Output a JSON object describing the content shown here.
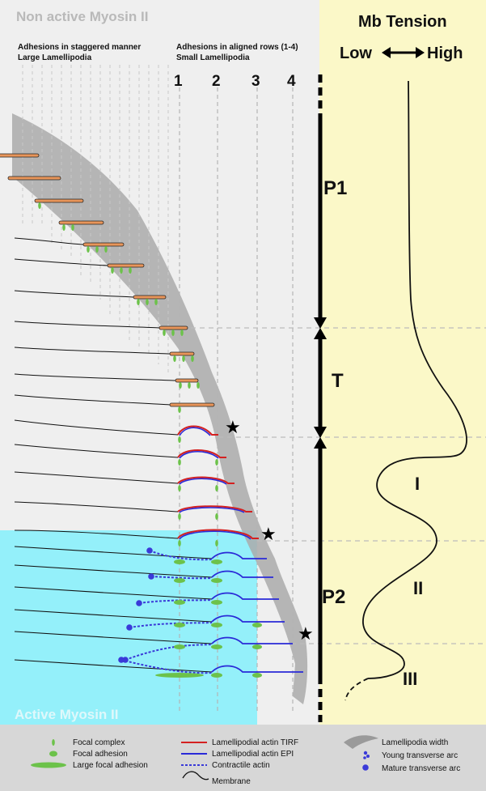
{
  "header": {
    "inactive_title": "Non active Myosin II",
    "col1_line1": "Adhesions in staggered manner",
    "col1_line2": "Large Lamellipodia",
    "col2_line1": "Adhesions in aligned rows (1-4)",
    "col2_line2": "Small Lamellipodia",
    "row_labels": [
      "1",
      "2",
      "3",
      "4"
    ]
  },
  "active_title": "Active Myosin II",
  "phases": {
    "p1": "P1",
    "t": "T",
    "p2": "P2"
  },
  "tension": {
    "title": "Mb Tension",
    "low": "Low",
    "high": "High",
    "regions": [
      "I",
      "II",
      "III"
    ]
  },
  "legend": {
    "focal_complex": "Focal complex",
    "focal_adhesion": "Focal adhesion",
    "large_focal_adhesion": "Large focal adhesion",
    "tirf": "Lamellipodial actin TIRF",
    "epi": "Lamellipodial actin EPI",
    "contractile": "Contractile actin",
    "membrane": "Membrane",
    "lamellipodia_width": "Lamellipodia width",
    "young_arc": "Young transverse arc",
    "mature_arc": "Mature transverse arc"
  },
  "colors": {
    "inactive_bg": "#efefef",
    "active_bg": "#94f0fa",
    "tension_bg": "#fbf8c8",
    "legend_bg": "#d7d7d7",
    "adhesion": "#6cc24a",
    "lamellipodium_fill": "#e8955a",
    "tirf": "#d42020",
    "epi": "#2a2ad8",
    "contractile": "#3a3ad8",
    "shade": "#aaaaaa"
  }
}
